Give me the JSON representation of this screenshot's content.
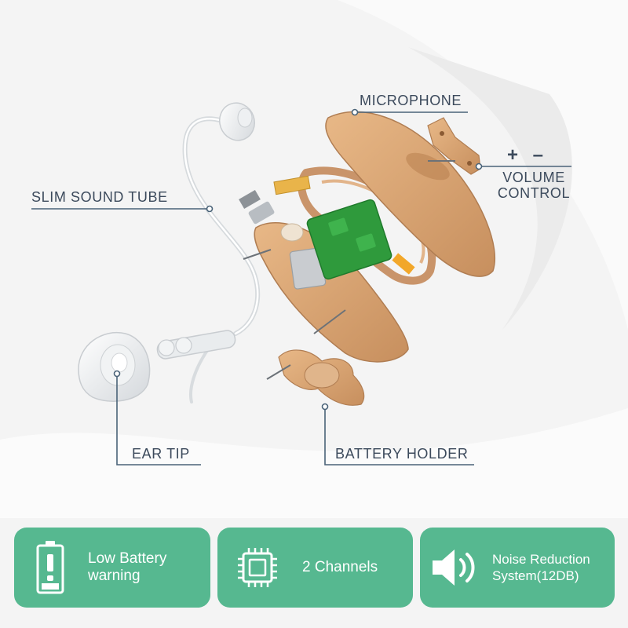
{
  "labels": {
    "microphone": "MICROPHONE",
    "volume_symbols": "+ –",
    "volume_line1": "VOLUME",
    "volume_line2": "CONTROL",
    "slim_sound_tube": "SLIM SOUND TUBE",
    "ear_tip": "EAR TIP",
    "battery_holder": "BATTERY HOLDER"
  },
  "features": [
    {
      "icon": "battery-warning-icon",
      "line1": "Low Battery",
      "line2": "warning"
    },
    {
      "icon": "chip-icon",
      "line1": "2 Channels"
    },
    {
      "icon": "speaker-icon",
      "line1": "Noise Reduction",
      "line2": "System(12DB)"
    }
  ],
  "colors": {
    "accent_green": "#56b890",
    "label_text": "#3c4a5c",
    "leader_line": "#4a6378",
    "shell_beige": "#d9a677",
    "pcb_green": "#2f9a3c"
  }
}
